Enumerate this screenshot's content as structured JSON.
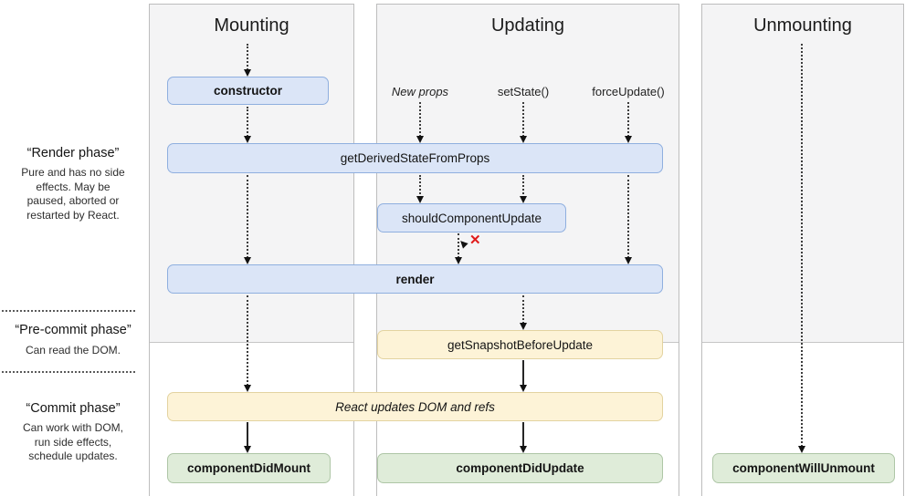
{
  "sidebar": {
    "render_phase": {
      "title": "“Render phase”",
      "desc": "Pure and has no side\neffects. May be\npaused, aborted or\nrestarted by React."
    },
    "pre_commit_phase": {
      "title": "“Pre-commit phase”",
      "desc": "Can read the DOM."
    },
    "commit_phase": {
      "title": "“Commit phase”",
      "desc": "Can work with DOM,\nrun side effects,\nschedule updates."
    }
  },
  "columns": {
    "mounting": "Mounting",
    "updating": "Updating",
    "unmounting": "Unmounting"
  },
  "triggers": {
    "new_props": "New props",
    "set_state": "setState()",
    "force_update": "forceUpdate()"
  },
  "nodes": {
    "constructor": "constructor",
    "get_derived_state_from_props": "getDerivedStateFromProps",
    "should_component_update": "shouldComponentUpdate",
    "render": "render",
    "get_snapshot_before_update": "getSnapshotBeforeUpdate",
    "react_updates_dom": "React updates DOM and refs",
    "component_did_mount": "componentDidMount",
    "component_did_update": "componentDidUpdate",
    "component_will_unmount": "componentWillUnmount"
  },
  "abort_mark": "✕",
  "colors": {
    "box_blue_fill": "#dbe5f7",
    "box_blue_border": "#8fafdf",
    "box_yellow_fill": "#fdf3d7",
    "box_yellow_border": "#e3d3a0",
    "box_green_fill": "#dfecd9",
    "box_green_border": "#aec6a6",
    "panel_fill": "#f4f4f5",
    "panel_border": "#bdbdbd",
    "abort_red": "#e01b1b"
  }
}
